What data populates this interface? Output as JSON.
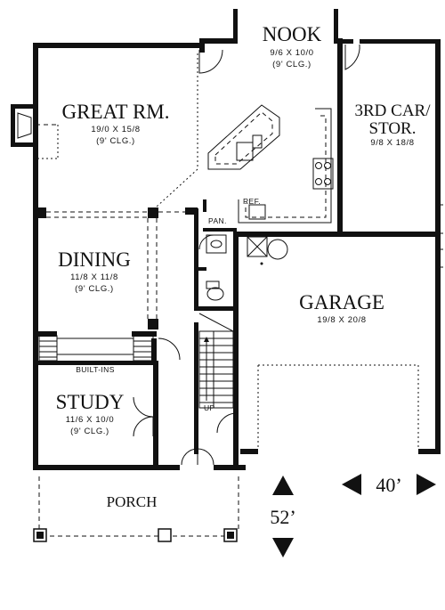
{
  "rooms": {
    "nook": {
      "name": "NOOK",
      "size": "9/6 X 10/0",
      "ceiling": "(9' CLG.)"
    },
    "great_room": {
      "name": "GREAT RM.",
      "size": "19/0 X 15/8",
      "ceiling": "(9' CLG.)"
    },
    "third_car": {
      "name_line1": "3RD CAR/",
      "name_line2": "STOR.",
      "size": "9/8 X 18/8"
    },
    "dining": {
      "name": "DINING",
      "size": "11/8 X 11/8",
      "ceiling": "(9' CLG.)"
    },
    "garage": {
      "name": "GARAGE",
      "size": "19/8 X 20/8"
    },
    "study": {
      "name": "STUDY",
      "size": "11/6 X 10/0",
      "ceiling": "(9' CLG.)"
    },
    "porch": {
      "name": "PORCH"
    }
  },
  "labels": {
    "pantry": "PAN.",
    "refrigerator": "REF.",
    "built_ins": "BUILT-INS",
    "stairs_up": "UP"
  },
  "dimensions": {
    "width": "40’",
    "depth": "52’"
  }
}
